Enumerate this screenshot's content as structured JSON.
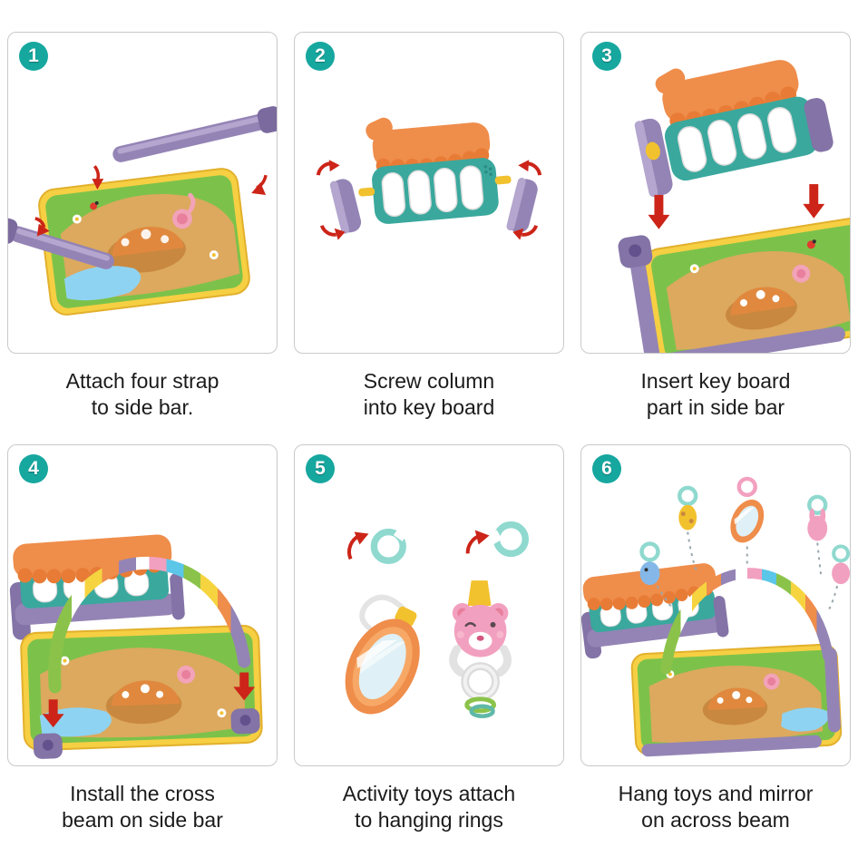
{
  "colors": {
    "badge_teal": "#16a79f",
    "panel_border": "#c9c9c9",
    "caption_text": "#1b1b1b",
    "red_arrow": "#cc2418",
    "purple_bar": "#9484b5",
    "purple_dark": "#8373a6",
    "teal_keyboard": "#3aa89d",
    "orange_roof": "#ef8d4b",
    "mat_green": "#7cc24a",
    "mat_edge_yellow": "#f6cf43",
    "mat_path_tan": "#dca95e",
    "pond_blue": "#8fd3f2",
    "ring_teal": "#8fd9cf",
    "bear_pink": "#f2a0bf",
    "strap_yellow": "#f2c12e"
  },
  "steps": [
    {
      "number": "1",
      "caption_line1": "Attach four strap",
      "caption_line2": "to side bar."
    },
    {
      "number": "2",
      "caption_line1": "Screw column",
      "caption_line2": "into key board"
    },
    {
      "number": "3",
      "caption_line1": "Insert key board",
      "caption_line2": "part in side bar"
    },
    {
      "number": "4",
      "caption_line1": "Install the cross",
      "caption_line2": "beam on side bar"
    },
    {
      "number": "5",
      "caption_line1": "Activity toys attach",
      "caption_line2": "to hanging rings"
    },
    {
      "number": "6",
      "caption_line1": "Hang toys and mirror",
      "caption_line2": "on across beam"
    }
  ]
}
